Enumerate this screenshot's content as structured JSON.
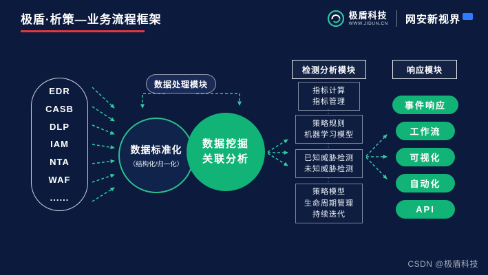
{
  "header": {
    "title": "极盾·析策—业务流程框架",
    "brand": {
      "name": "极盾科技",
      "url": "WWW.JIDUN.CN"
    },
    "partner": "网安新视界"
  },
  "sources": {
    "items": [
      "EDR",
      "CASB",
      "DLP",
      "IAM",
      "NTA",
      "WAF",
      "......"
    ]
  },
  "processing": {
    "badge": "数据处理模块",
    "standardize": {
      "line1": "数据标准化",
      "line2": "（结构化/归一化）"
    },
    "mining": {
      "line1": "数据挖掘",
      "line2": "关联分析"
    }
  },
  "detection": {
    "header": "检测分析模块",
    "boxes": [
      {
        "lines": [
          "指标计算",
          "指标管理"
        ]
      },
      {
        "lines": [
          "策略规则",
          "机器学习模型"
        ]
      },
      {
        "lines": [
          "已知威胁检测",
          "未知威胁检测"
        ]
      },
      {
        "lines": [
          "策略模型",
          "生命周期管理",
          "持续迭代"
        ]
      }
    ]
  },
  "response": {
    "header": "响应模块",
    "buttons": [
      "事件响应",
      "工作流",
      "可视化",
      "自动化",
      "API"
    ]
  },
  "watermark": {
    "text": "CSDN @极盾科技"
  },
  "icons": {
    "jidun_logo": "swirl-circle-logo",
    "blue_tag": "blue-badge",
    "arrows": "dashed-teal-arrows"
  },
  "colors": {
    "background": "#0b1a3d",
    "green": "#12b377",
    "teal_arrow": "#33c9a4",
    "red_accent": "#e8363c",
    "badge_navy": "#1b2b58",
    "blue_tag": "#2f7bff"
  }
}
